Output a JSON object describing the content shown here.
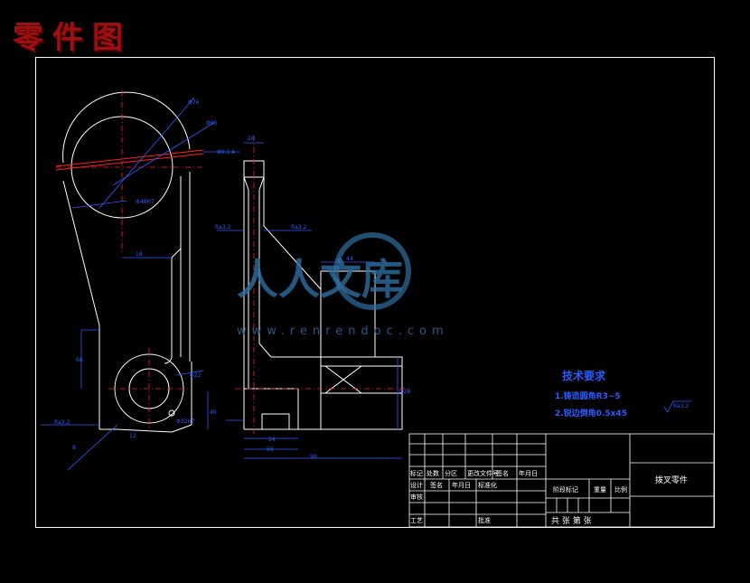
{
  "page_title": "零件图",
  "technical_requirements": {
    "title": "技术要求",
    "items": [
      "1.铸造圆角R3~5",
      "2.锐边倒角0.5x45"
    ]
  },
  "surface_note": "Ra3.2",
  "dimensions": {
    "d1": "Φ76",
    "d2": "Φ60",
    "d3": "Φ48H7",
    "d4": "Φ32H7",
    "d5": "Φ22",
    "v1": "18",
    "v2": "40",
    "v3": "66",
    "v4": "44",
    "v5": "8",
    "s1": "12",
    "s2": "26",
    "s3": "24",
    "s4": "58",
    "s5": "98",
    "tol": "Φ0.1 A",
    "ra1": "Ra3.2",
    "ra2": "Ra3.2",
    "ra3": "Ra3.2",
    "ra4": "Ra3.2",
    "sdia": "Φ28"
  },
  "title_block": {
    "part_name": "拨叉零件",
    "row_labels": [
      "标记",
      "处数",
      "分区",
      "更改文件号",
      "签名",
      "年月日"
    ],
    "row2": [
      "设计",
      "签名",
      "年月日",
      "标准化"
    ],
    "row3": [
      "审核"
    ],
    "row4": [
      "工艺",
      "批准"
    ],
    "stage_label": "阶段标记",
    "weight_label": "重量",
    "scale_label": "比例",
    "sheet_text": "共    张 第     张"
  },
  "watermark": {
    "text": "人人文库",
    "url": "www.renrendoc.com"
  },
  "colors": {
    "line": "#ffffff",
    "dim": "#2a5cff",
    "center": "#ff2020",
    "title": "#9c1010"
  }
}
